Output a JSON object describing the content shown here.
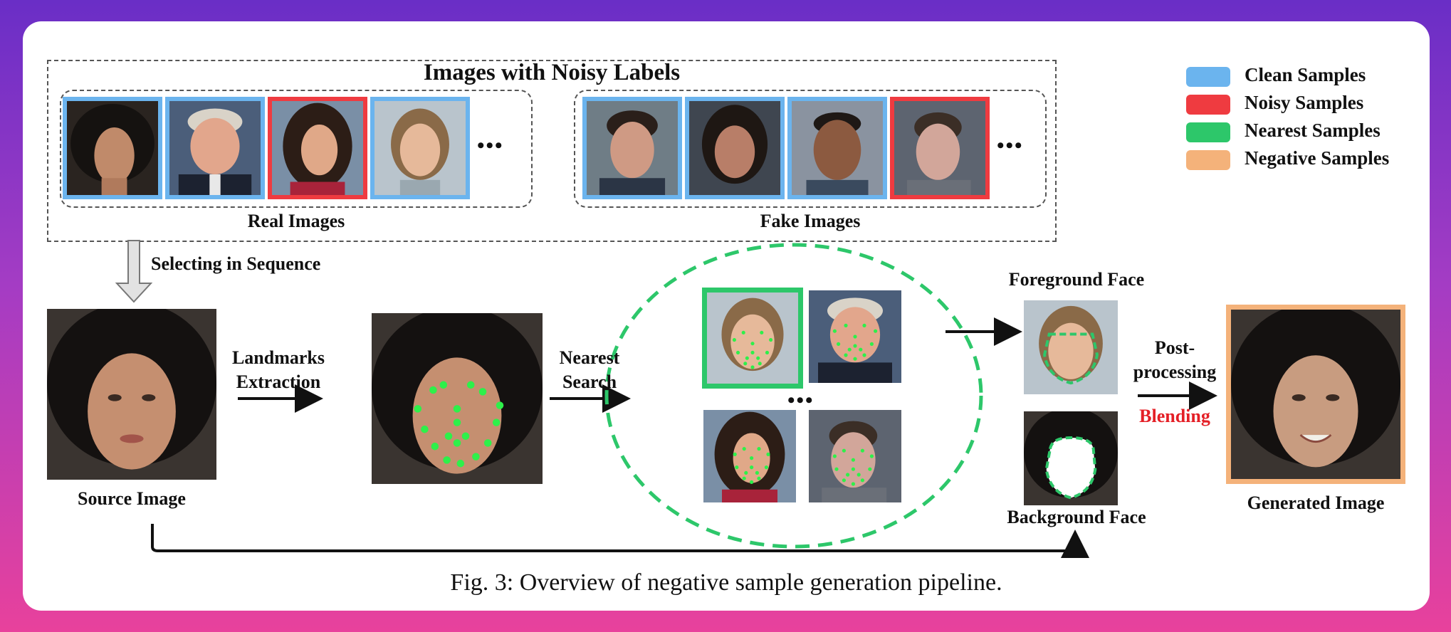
{
  "title": "Images with Noisy Labels",
  "groups": {
    "real": "Real Images",
    "fake": "Fake Images"
  },
  "legend": [
    {
      "label": "Clean Samples",
      "color": "#6bb4ee"
    },
    {
      "label": "Noisy Samples",
      "color": "#ef3b40"
    },
    {
      "label": "Nearest Samples",
      "color": "#2dc76a"
    },
    {
      "label": "Negative Samples",
      "color": "#f4b27a"
    }
  ],
  "steps": {
    "select": "Selecting in Sequence",
    "landmarks_1": "Landmarks",
    "landmarks_2": "Extraction",
    "nearest_1": "Nearest",
    "nearest_2": "Search",
    "post_1": "Post-",
    "post_2": "processing",
    "blending": "Blending"
  },
  "labels": {
    "source": "Source Image",
    "foreground": "Foreground Face",
    "background": "Background Face",
    "generated": "Generated Image"
  },
  "ellipsis": "•••",
  "caption": "Fig. 3: Overview of negative sample generation pipeline.",
  "colors": {
    "clean": "#6bb4ee",
    "noisy": "#ef3b40",
    "nearest": "#2dc76a",
    "negative": "#f4b27a",
    "landmark": "#2ef04a"
  }
}
